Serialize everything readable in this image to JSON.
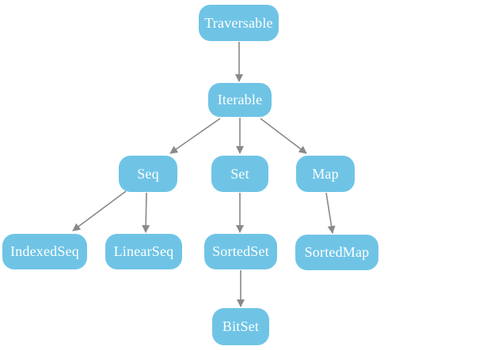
{
  "diagram": {
    "type": "hierarchy",
    "background_color": "#ffffff",
    "node_fill_color": "#6fc4e6",
    "node_text_color": "#ffffff",
    "arrow_color": "#898989",
    "nodes": [
      {
        "id": "traversable",
        "label": "Traversable"
      },
      {
        "id": "iterable",
        "label": "Iterable"
      },
      {
        "id": "seq",
        "label": "Seq"
      },
      {
        "id": "set",
        "label": "Set"
      },
      {
        "id": "map",
        "label": "Map"
      },
      {
        "id": "indexedseq",
        "label": "IndexedSeq"
      },
      {
        "id": "linearseq",
        "label": "LinearSeq"
      },
      {
        "id": "sortedset",
        "label": "SortedSet"
      },
      {
        "id": "sortedmap",
        "label": "SortedMap"
      },
      {
        "id": "bitset",
        "label": "BitSet"
      }
    ],
    "edges": [
      {
        "from": "Traversable",
        "to": "Iterable"
      },
      {
        "from": "Iterable",
        "to": "Seq"
      },
      {
        "from": "Iterable",
        "to": "Set"
      },
      {
        "from": "Iterable",
        "to": "Map"
      },
      {
        "from": "Seq",
        "to": "IndexedSeq"
      },
      {
        "from": "Seq",
        "to": "LinearSeq"
      },
      {
        "from": "Set",
        "to": "SortedSet"
      },
      {
        "from": "Map",
        "to": "SortedMap"
      },
      {
        "from": "SortedSet",
        "to": "BitSet"
      }
    ]
  }
}
